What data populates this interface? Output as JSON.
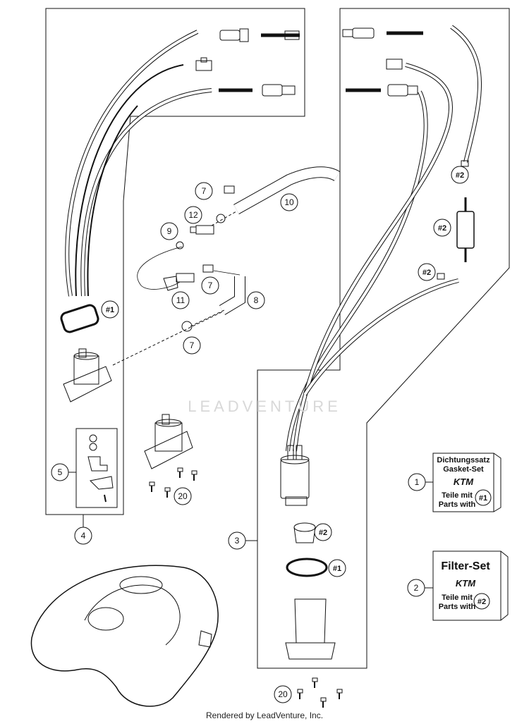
{
  "callouts": {
    "c1": "1",
    "c2": "2",
    "c3": "3",
    "c4": "4",
    "c5": "5",
    "c7a": "7",
    "c7b": "7",
    "c7c": "7",
    "c8": "8",
    "c9": "9",
    "c10": "10",
    "c11": "11",
    "c12": "12",
    "c20a": "20",
    "c20b": "20",
    "g2a": "#2",
    "g2b": "#2",
    "g2c": "#2",
    "g2d": "#2",
    "g1a": "#1",
    "g1b": "#1"
  },
  "gasket_set_box": {
    "title_de": "Dichtungssatz",
    "title_en": "Gasket-Set",
    "brand": "KTM",
    "parts_de": "Teile mit",
    "parts_en": "Parts with",
    "ref": "#1"
  },
  "filter_set_box": {
    "title": "Filter-Set",
    "brand": "KTM",
    "parts_de": "Teile mit",
    "parts_en": "Parts with",
    "ref": "#2"
  },
  "watermark": "LEADVENTURE",
  "footer": "Rendered by LeadVenture, Inc."
}
